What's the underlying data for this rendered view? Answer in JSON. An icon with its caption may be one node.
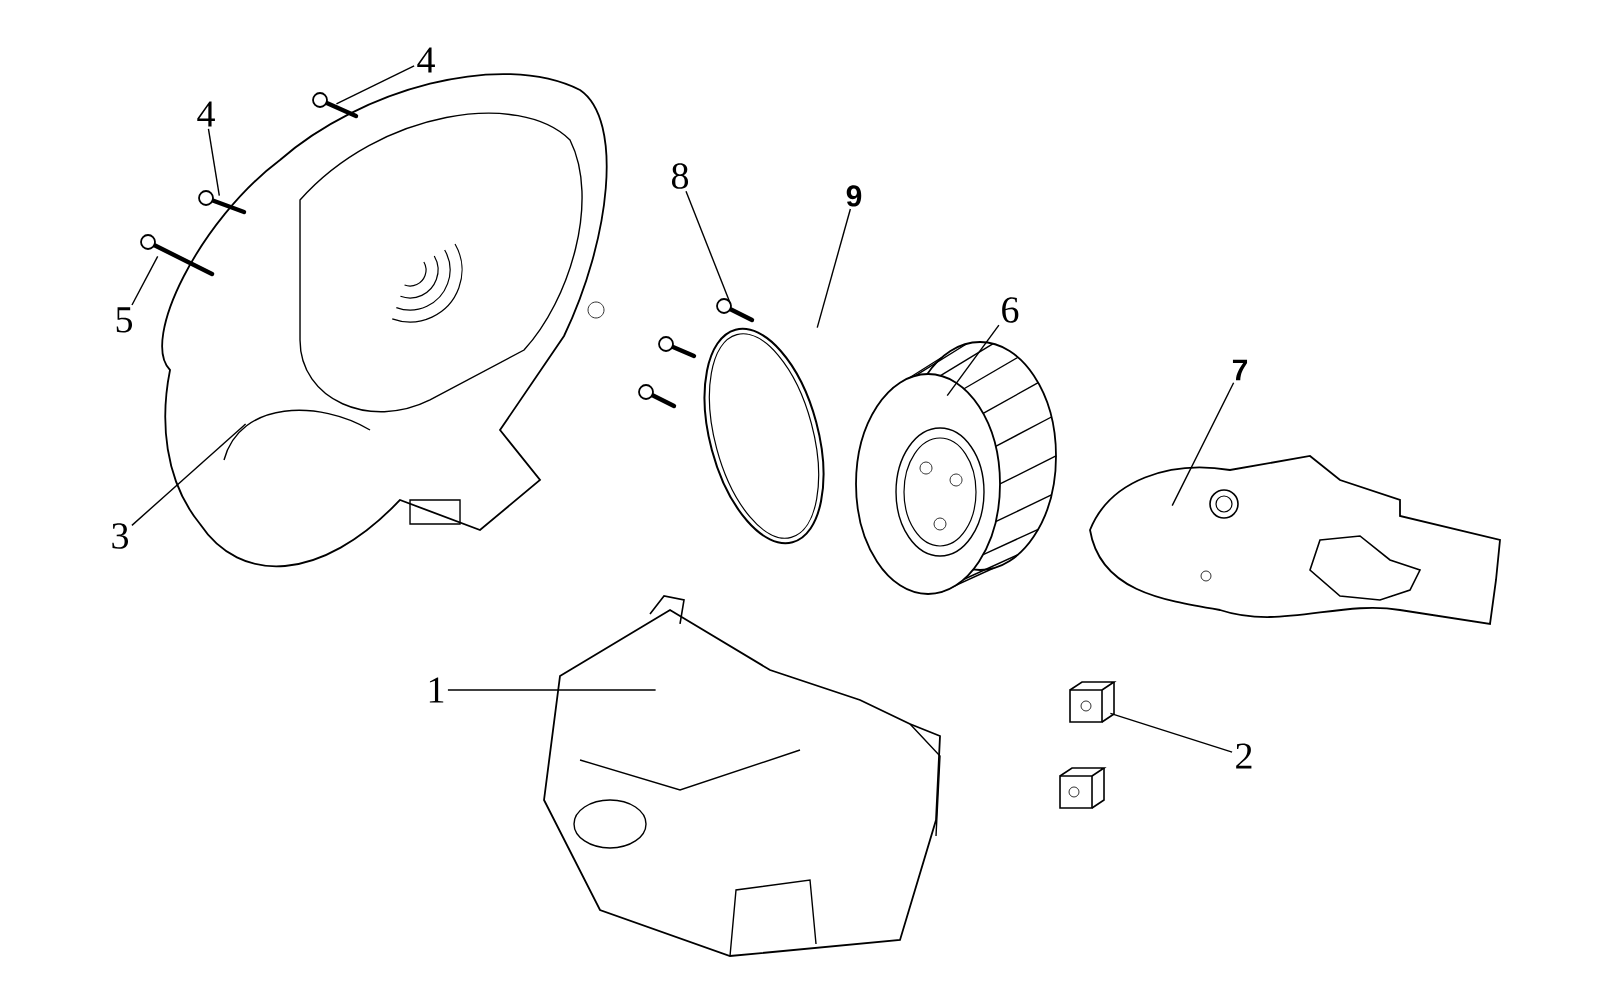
{
  "diagram": {
    "nodes": [
      {
        "text": [
          "4"
        ]
      },
      {
        "text": [
          "4"
        ]
      },
      {
        "text": [
          "5"
        ]
      },
      {
        "text": [
          "3"
        ]
      },
      {
        "text": [
          "8"
        ]
      },
      {
        "text": [
          "9"
        ]
      },
      {
        "text": [
          "6"
        ]
      },
      {
        "text": [
          "7"
        ]
      },
      {
        "text": [
          "1"
        ]
      },
      {
        "text": [
          "2"
        ]
      },
      {
        "text": [],
        "shape": "picture"
      },
      {
        "text": [],
        "shape": "picture"
      },
      {
        "text": [],
        "shape": "picture"
      },
      {
        "text": [],
        "shape": "picture"
      },
      {
        "text": [],
        "shape": "picture"
      },
      {
        "text": [],
        "shape": "picture"
      },
      {
        "text": [],
        "shape": "picture"
      },
      {
        "text": [],
        "shape": "picture"
      },
      {
        "text": [],
        "shape": "picture"
      },
      {
        "text": [],
        "shape": "picture"
      }
    ],
    "edges": [
      {
        "from": 0,
        "to": 10,
        "arrow": "none"
      },
      {
        "from": 1,
        "to": 11,
        "arrow": "none"
      },
      {
        "from": 2,
        "to": 12,
        "arrow": "none"
      },
      {
        "from": 3,
        "to": 13,
        "arrow": "none"
      },
      {
        "from": 4,
        "to": 14,
        "arrow": "none"
      },
      {
        "from": 5,
        "to": 15,
        "arrow": "none"
      },
      {
        "from": 6,
        "to": 16,
        "arrow": "none"
      },
      {
        "from": 7,
        "to": 17,
        "arrow": "none"
      },
      {
        "from": 8,
        "to": 18,
        "arrow": "none"
      },
      {
        "from": 9,
        "to": 19,
        "arrow": "none"
      }
    ]
  }
}
